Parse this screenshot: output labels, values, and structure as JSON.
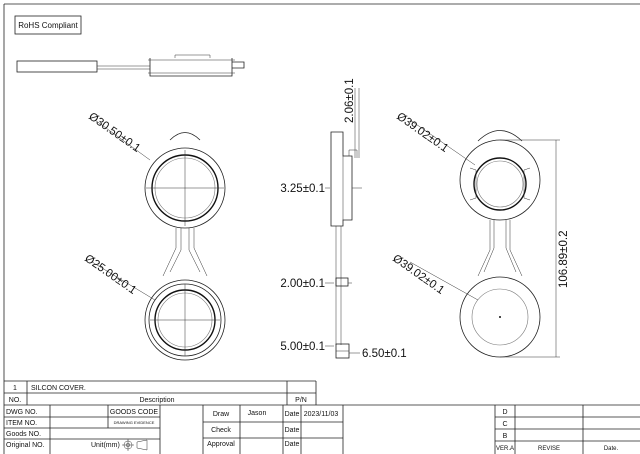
{
  "note": "RoHS Compliant",
  "dimensions": {
    "top_outer_dia": "Ø30.50±0.1",
    "bottom_outer_dia": "Ø25.00±0.1",
    "side_height": "2.06±0.1",
    "side_thickness": "3.25±0.1",
    "tab_thickness": "2.00±0.1",
    "foot_height": "5.00±0.1",
    "foot_width": "6.50±0.1",
    "right_top_dia": "Ø39.02±0.1",
    "right_bottom_dia": "Ø39.02±0.1",
    "overall_length": "106.89±0.2"
  },
  "parts_list": {
    "item_no": "1",
    "item_description": "SILCON COVER.",
    "col_no": "NO.",
    "col_description": "Description",
    "col_pn": "P/N"
  },
  "title_block": {
    "dwg_no_label": "DWG NO.",
    "item_no_label": "ITEM NO.",
    "goods_no_label": "Goods NO.",
    "original_no_label": "Original NO.",
    "goods_code_label": "GOODS CODE",
    "drawing_evidence_label": "DRAWING EVIDENCE",
    "unit_label": "Unit(mm)",
    "draw_label": "Draw",
    "draw_value": "Jason",
    "check_label": "Check",
    "approval_label": "Approval",
    "date_label": "Date",
    "date_value": "2023/11/03"
  },
  "revision": {
    "rows": [
      "D",
      "C",
      "B"
    ],
    "ver_label": "VER.A",
    "revise_label": "REVISE",
    "date_label": "Date."
  }
}
